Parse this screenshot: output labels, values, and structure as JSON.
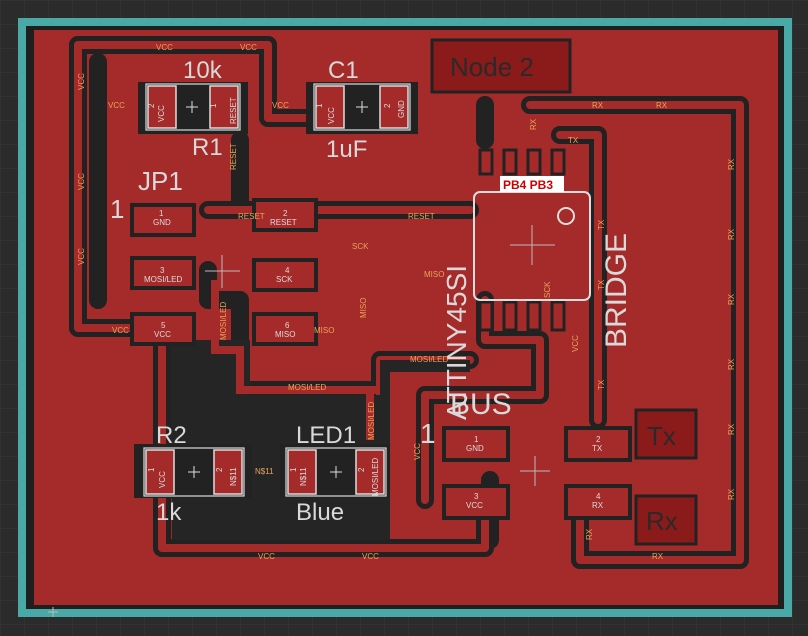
{
  "board": {
    "colors": {
      "background": "#2b2b2b",
      "grid": "#3a3a3a",
      "outline": "#48a9a6",
      "copper": "#a52a2a",
      "trace": "#a52a2a",
      "isolation": "#222222",
      "silk": "#d9d9d9",
      "net_label": "#e8a45a",
      "highlight": "#cc0000"
    }
  },
  "labels": {
    "node_title": "Node 2",
    "r1_value": "10k",
    "r1_name": "R1",
    "c1_name": "C1",
    "c1_value": "1uF",
    "jp1_name": "JP1",
    "jp1_pin1": "1",
    "ic_name": "ATTINY45SI",
    "ic_pins_highlight": "PB4 PB3",
    "bridge": "BRIDGE",
    "bus": "BUS",
    "bus_pin1": "1",
    "r2_name": "R2",
    "r2_value": "1k",
    "led_name": "LED1",
    "led_value": "Blue",
    "tx_label": "Tx",
    "rx_label": "Rx"
  },
  "pads": {
    "r1_p2": "2",
    "r1_p2_net": "VCC",
    "r1_p1": "1",
    "r1_p1_net": "RESET",
    "c1_p1": "1",
    "c1_p1_net": "VCC",
    "c1_p2": "2",
    "c1_p2_net": "GND",
    "jp1_p1": "1",
    "jp1_p1_net": "GND",
    "jp1_p2": "2",
    "jp1_p2_net": "RESET",
    "jp1_p3": "3",
    "jp1_p3_net": "MOSI/LED",
    "jp1_p4": "4",
    "jp1_p4_net": "SCK",
    "jp1_p5": "5",
    "jp1_p5_net": "VCC",
    "jp1_p6": "6",
    "jp1_p6_net": "MISO",
    "bus_p1": "1",
    "bus_p1_net": "GND",
    "bus_p2": "2",
    "bus_p2_net": "TX",
    "bus_p3": "3",
    "bus_p3_net": "VCC",
    "bus_p4": "4",
    "bus_p4_net": "RX",
    "r2_p1": "1",
    "r2_p1_net": "VCC",
    "r2_p2": "2",
    "r2_p2_net": "N$11",
    "led_p1": "1",
    "led_p1_net": "N$11",
    "led_p2": "2",
    "led_p2_net": "MOSI/LED"
  },
  "nets": {
    "vcc": "VCC",
    "reset": "RESET",
    "sck": "SCK",
    "miso": "MISO",
    "mosi_led": "MOSI/LED",
    "rx": "RX",
    "tx": "TX",
    "n11": "N$11",
    "gnd": "GND"
  }
}
